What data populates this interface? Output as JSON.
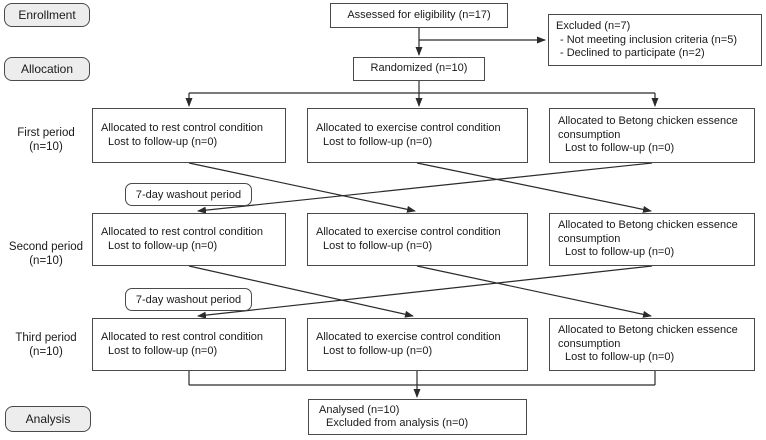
{
  "stage_labels": {
    "enrollment": "Enrollment",
    "allocation": "Allocation",
    "analysis": "Analysis"
  },
  "enrollment": {
    "assessed": "Assessed for eligibility (n=17)",
    "excluded_title": "Excluded (n=7)",
    "excluded_items": [
      "- Not meeting inclusion criteria (n=5)",
      "- Declined to participate (n=2)"
    ]
  },
  "allocation": {
    "randomized": "Randomized (n=10)"
  },
  "washout_label": "7-day washout period",
  "periods": [
    {
      "label": "First period",
      "n": "(n=10)",
      "boxes": [
        {
          "text": "Allocated to rest control condition",
          "sub": "Lost to follow-up (n=0)"
        },
        {
          "text": "Allocated to exercise control condition",
          "sub": "Lost to follow-up (n=0)"
        },
        {
          "text": "Allocated to Betong chicken essence consumption",
          "sub": "Lost to follow-up (n=0)"
        }
      ]
    },
    {
      "label": "Second period",
      "n": "(n=10)",
      "boxes": [
        {
          "text": "Allocated to rest control condition",
          "sub": "Lost to follow-up (n=0)"
        },
        {
          "text": "Allocated to exercise control condition",
          "sub": "Lost to follow-up (n=0)"
        },
        {
          "text": "Allocated to Betong chicken essence consumption",
          "sub": "Lost to follow-up (n=0)"
        }
      ]
    },
    {
      "label": "Third period",
      "n": "(n=10)",
      "boxes": [
        {
          "text": "Allocated to rest control condition",
          "sub": "Lost to follow-up (n=0)"
        },
        {
          "text": "Allocated to exercise control condition",
          "sub": "Lost to follow-up (n=0)"
        },
        {
          "text": "Allocated to Betong chicken essence consumption",
          "sub": "Lost to follow-up (n=0)"
        }
      ]
    }
  ],
  "analysis": {
    "line1": "Analysed (n=10)",
    "line2": "Excluded from analysis (n=0)"
  },
  "colors": {
    "line": "#2b2b2b",
    "box_border": "#4a4a4a",
    "stage_fill": "#ededed",
    "box_fill": "#ffffff"
  }
}
